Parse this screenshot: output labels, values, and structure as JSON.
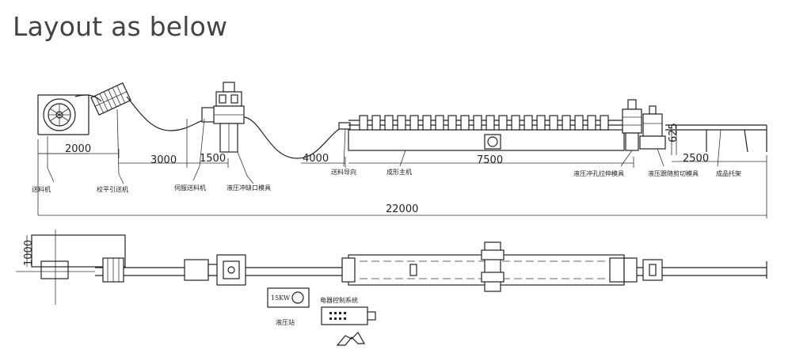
{
  "heading": "Layout as below",
  "dimensions": {
    "d2000": "2000",
    "d3000": "3000",
    "d1500": "1500",
    "d4000": "4000",
    "d7500": "7500",
    "d625": "625",
    "d2500": "2500",
    "d22000": "22000",
    "d1000": "1000"
  },
  "labels": {
    "decoiler": "送料机",
    "leveler": "校平引送机",
    "servo_feeder": "伺服送料机",
    "notch_die": "液压冲缺口模具",
    "feed_guide": "送料导向",
    "main_forming": "成形主机",
    "punch_die": "液压冲孔拉伸模具",
    "cut_die": "液压跟随剪切模具",
    "product_rack": "成品托架",
    "hydraulic_station": "液压站",
    "pump_rating": "15KW",
    "control_system": "电器控制系统"
  }
}
